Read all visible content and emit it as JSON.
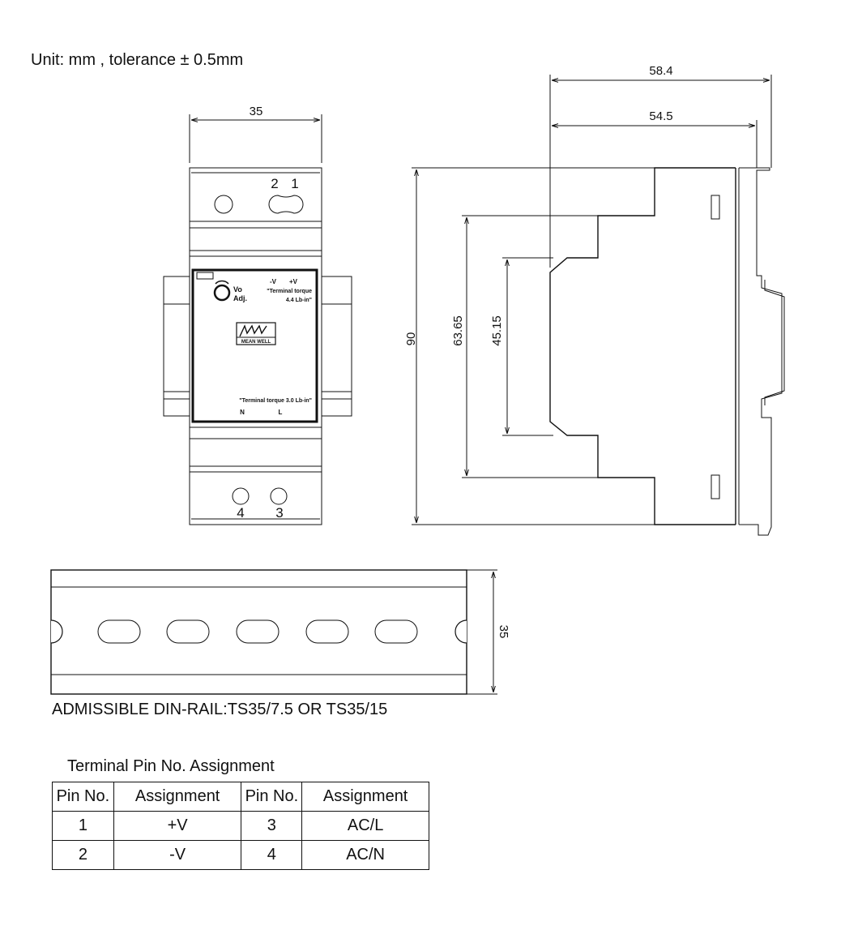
{
  "header": {
    "unit_note": "Unit: mm , tolerance ± 0.5mm"
  },
  "front_view": {
    "width_dim": "35",
    "top_terminal_labels": [
      "2",
      "1"
    ],
    "bottom_terminal_labels": [
      "4",
      "3"
    ],
    "panel": {
      "vo_label": "Vo",
      "adj_label": "Adj.",
      "minus_v": "-V",
      "plus_v": "+V",
      "torque_top_1": "\"Terminal torque",
      "torque_top_2": "4.4 Lb-in\"",
      "logo_text": "MW",
      "brand": "MEAN WELL",
      "torque_bottom": "\"Terminal torque 3.0 Lb-in\"",
      "n_label": "N",
      "l_label": "L"
    }
  },
  "side_view": {
    "depth_total": "58.4",
    "depth_body": "54.5",
    "height_total": "90",
    "height_step": "63.65",
    "height_inner": "45.15"
  },
  "din_rail": {
    "height_dim": "35",
    "caption": "ADMISSIBLE DIN-RAIL:TS35/7.5 OR TS35/15"
  },
  "pin_table": {
    "title": "Terminal Pin No.  Assignment",
    "headers": [
      "Pin No.",
      "Assignment",
      "Pin No.",
      "Assignment"
    ],
    "rows": [
      [
        "1",
        "+V",
        "3",
        "AC/L"
      ],
      [
        "2",
        "-V",
        "4",
        "AC/N"
      ]
    ]
  }
}
